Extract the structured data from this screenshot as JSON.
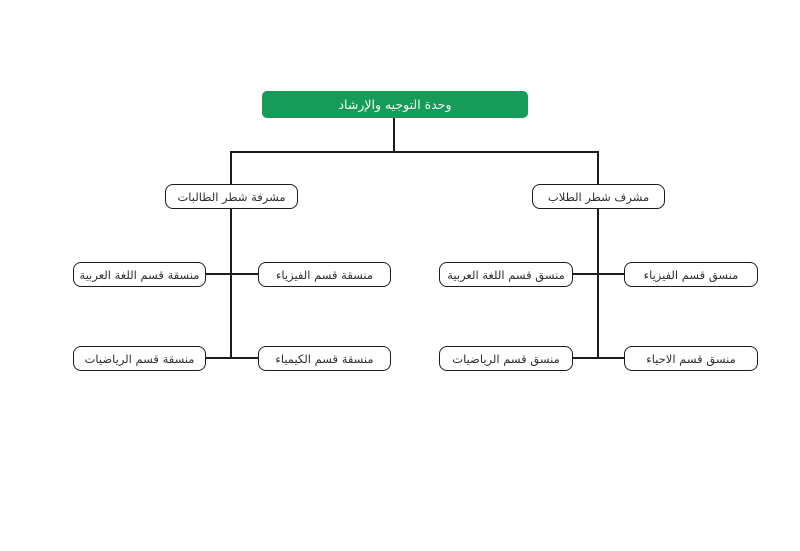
{
  "chart_title": "وحدة التوجيه والإرشاد",
  "colors": {
    "root_bg": "#169b58",
    "root_text": "#f4fbf7",
    "line": "#1c1c1c",
    "node_border": "#1c1c1c",
    "node_text": "#2e2e2e",
    "background": "#ffffff"
  },
  "org": {
    "root_label": "وحدة التوجيه والإرشاد",
    "left_branch": {
      "label": "مشرفة شطر الطالبات",
      "children": [
        "منسقة قسم اللغة العربية",
        "منسقة قسم الفيزياء",
        "منسقة قسم الرياضيات",
        "منسقة قسم الكيمياء"
      ]
    },
    "right_branch": {
      "label": "مشرف شطر الطلاب",
      "children": [
        "منسق قسم اللغة العربية",
        "منسق قسم الفيزياء",
        "منسق قسم الرياضيات",
        "منسق قسم الاحياء"
      ]
    }
  }
}
